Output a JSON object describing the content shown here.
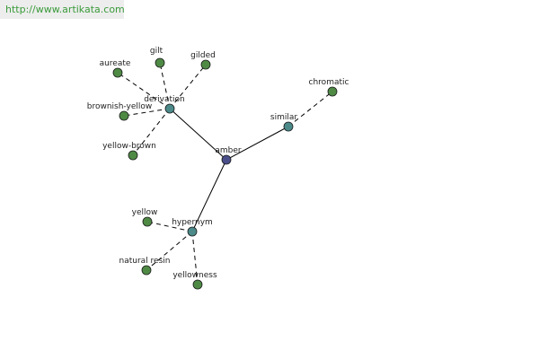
{
  "watermark": {
    "url": "http://www.artikata.com"
  },
  "colors": {
    "root_fill": "#4a4f8a",
    "relation_fill": "#4c8a8a",
    "leaf_fill": "#4f8a45",
    "node_stroke": "#1a1a1a",
    "edge": "#000000",
    "url_text": "#3a9a3a"
  },
  "graph": {
    "root": {
      "id": "amber",
      "label": "amber"
    },
    "relations": [
      {
        "id": "derivation",
        "label": "derivation"
      },
      {
        "id": "similar",
        "label": "similar"
      },
      {
        "id": "hypernym",
        "label": "hypernym"
      }
    ],
    "leaves": [
      {
        "id": "aureate",
        "label": "aureate",
        "relation": "derivation"
      },
      {
        "id": "gilt",
        "label": "gilt",
        "relation": "derivation"
      },
      {
        "id": "gilded",
        "label": "gilded",
        "relation": "derivation"
      },
      {
        "id": "brownish-yellow",
        "label": "brownish-yellow",
        "relation": "derivation"
      },
      {
        "id": "yellow-brown",
        "label": "yellow-brown",
        "relation": "derivation"
      },
      {
        "id": "chromatic",
        "label": "chromatic",
        "relation": "similar"
      },
      {
        "id": "yellow",
        "label": "yellow",
        "relation": "hypernym"
      },
      {
        "id": "natural-resin",
        "label": "natural resin",
        "relation": "hypernym"
      },
      {
        "id": "yellowness",
        "label": "yellowness",
        "relation": "hypernym"
      }
    ]
  }
}
